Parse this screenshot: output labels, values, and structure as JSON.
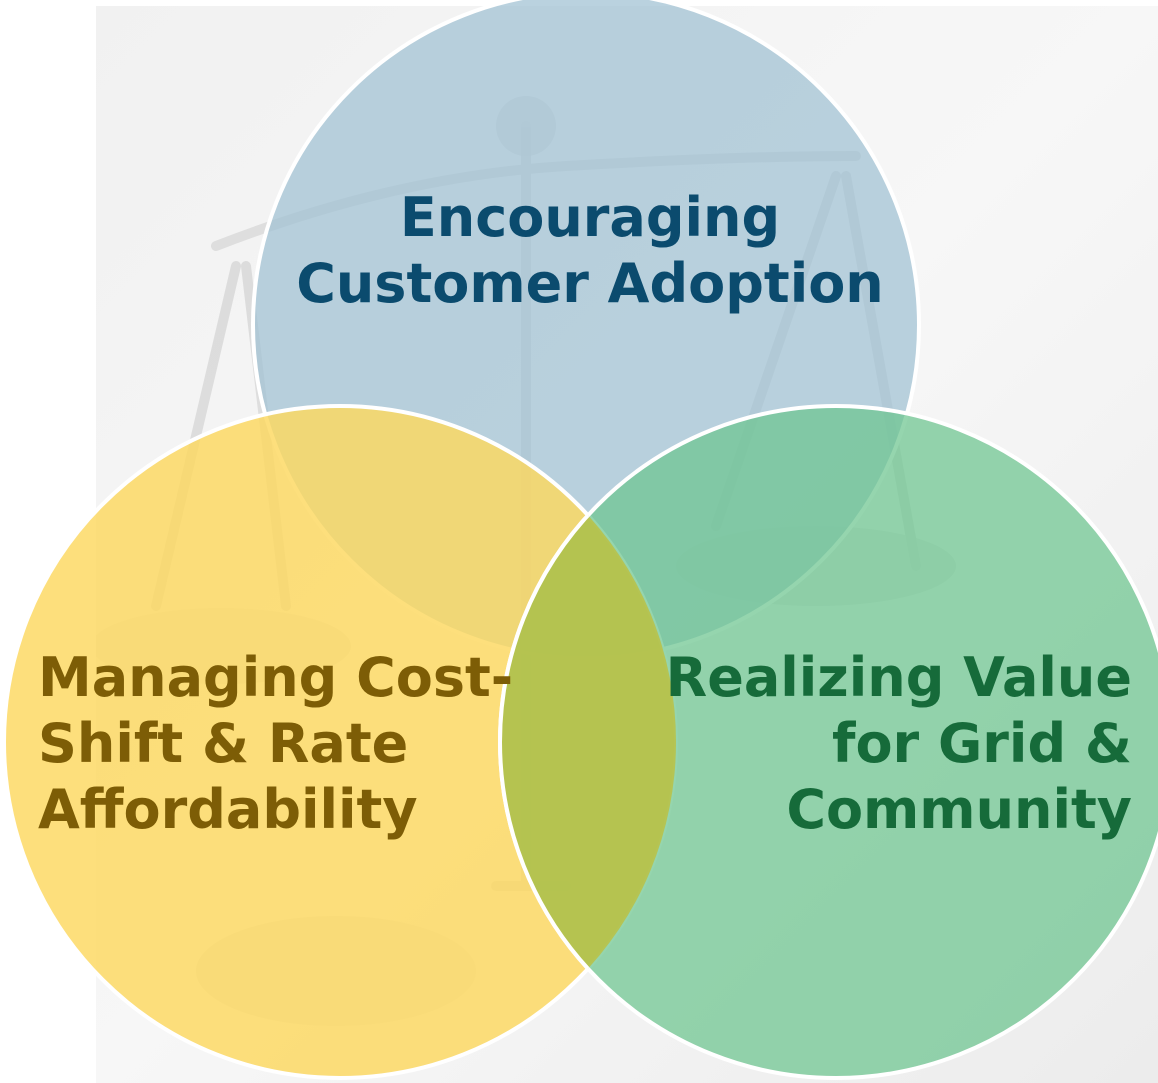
{
  "diagram": {
    "type": "venn",
    "sets": [
      {
        "id": "top",
        "lines": [
          "Encouraging",
          "Customer Adoption"
        ],
        "fill": "#9fc0d3",
        "text_color": "#0b4b6e"
      },
      {
        "id": "left",
        "lines": [
          "Managing Cost-",
          "Shift & Rate",
          "Affordability"
        ],
        "fill": "#fdd85f",
        "text_color": "#7d5d06"
      },
      {
        "id": "right",
        "lines": [
          "Realizing Value",
          "for Grid &",
          "Community"
        ],
        "fill": "#6cc58f",
        "text_color": "#166b3a"
      }
    ],
    "center_overlap_fill": "#b8c24a",
    "outline_color": "#ffffff",
    "background_image": "balance-scale"
  }
}
